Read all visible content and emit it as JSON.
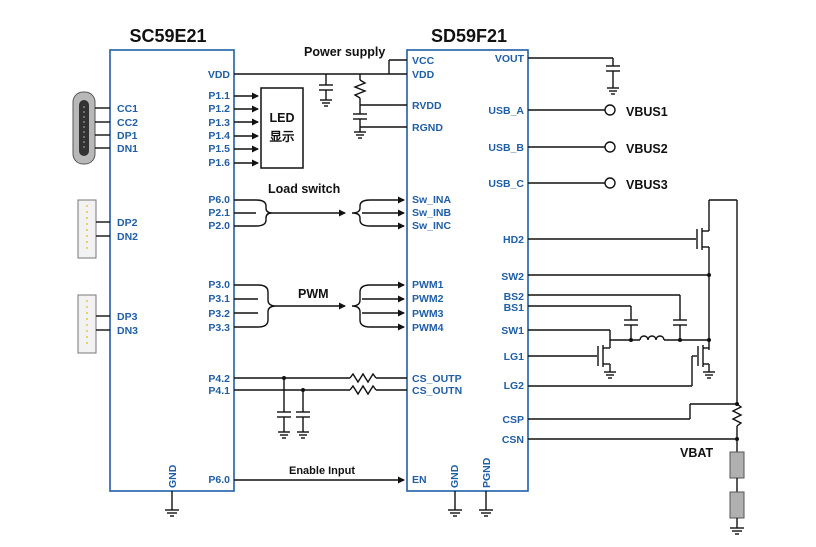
{
  "chips": {
    "left": {
      "title": "SC59E21",
      "vdd": "VDD",
      "gnd": "GND",
      "p60_en": "P6.0",
      "right_pins_led": [
        "P1.1",
        "P1.2",
        "P1.3",
        "P1.4",
        "P1.5",
        "P1.6"
      ],
      "right_pins_ls": [
        "P6.0",
        "P2.1",
        "P2.0"
      ],
      "right_pins_pwm": [
        "P3.0",
        "P3.1",
        "P3.2",
        "P3.3"
      ],
      "right_pins_cs": [
        "P4.2",
        "P4.1"
      ],
      "usb_c_pins": [
        "CC1",
        "CC2",
        "DP1",
        "DN1"
      ],
      "usb_a1_pins": [
        "DP2",
        "DN2"
      ],
      "usb_a2_pins": [
        "DP3",
        "DN3"
      ]
    },
    "right": {
      "title": "SD59F21",
      "left_pins_top": [
        "VCC",
        "VDD",
        "RVDD",
        "RGND"
      ],
      "left_pins_ls": [
        "Sw_INA",
        "Sw_INB",
        "Sw_INC"
      ],
      "left_pins_pwm": [
        "PWM1",
        "PWM2",
        "PWM3",
        "PWM4"
      ],
      "left_pins_cs": [
        "CS_OUTP",
        "CS_OUTN"
      ],
      "en": "EN",
      "gnd": "GND",
      "pgnd": "PGND",
      "right_pins": [
        "VOUT",
        "USB_A",
        "USB_B",
        "USB_C",
        "HD2",
        "SW2",
        "BS2",
        "BS1",
        "SW1",
        "LG1",
        "LG2",
        "CSP",
        "CSN"
      ]
    }
  },
  "labels": {
    "power_supply": "Power supply",
    "led_line1": "LED",
    "led_line2": "显示",
    "load_switch": "Load switch",
    "pwm": "PWM",
    "enable_input": "Enable Input",
    "vbus1": "VBUS1",
    "vbus2": "VBUS2",
    "vbus3": "VBUS3",
    "vbat": "VBAT"
  }
}
